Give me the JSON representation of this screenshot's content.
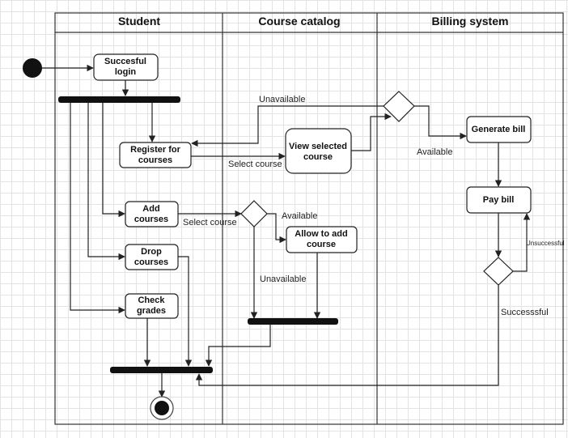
{
  "lanes": {
    "student": "Student",
    "course_catalog": "Course catalog",
    "billing_system": "Billing system"
  },
  "nodes": {
    "successful_login": [
      "Succesful",
      "login"
    ],
    "register": [
      "Register for",
      "courses"
    ],
    "add_courses": [
      "Add",
      "courses"
    ],
    "drop_courses": [
      "Drop",
      "courses"
    ],
    "check_grades": [
      "Check",
      "grades"
    ],
    "view_selected": [
      "View selected",
      "course"
    ],
    "allow_add": [
      "Allow to add",
      "course"
    ],
    "generate_bill": [
      "Generate bill"
    ],
    "pay_bill": [
      "Pay bill"
    ]
  },
  "edge_labels": {
    "unavailable_top": "Unavailable",
    "available_top": "Available",
    "select_course_1": "Select course",
    "select_course_2": "Select course",
    "available_mid": "Available",
    "unavailable_mid": "Unavailable",
    "unsuccessful": "Unsuccessful",
    "successful": "Successsful"
  }
}
